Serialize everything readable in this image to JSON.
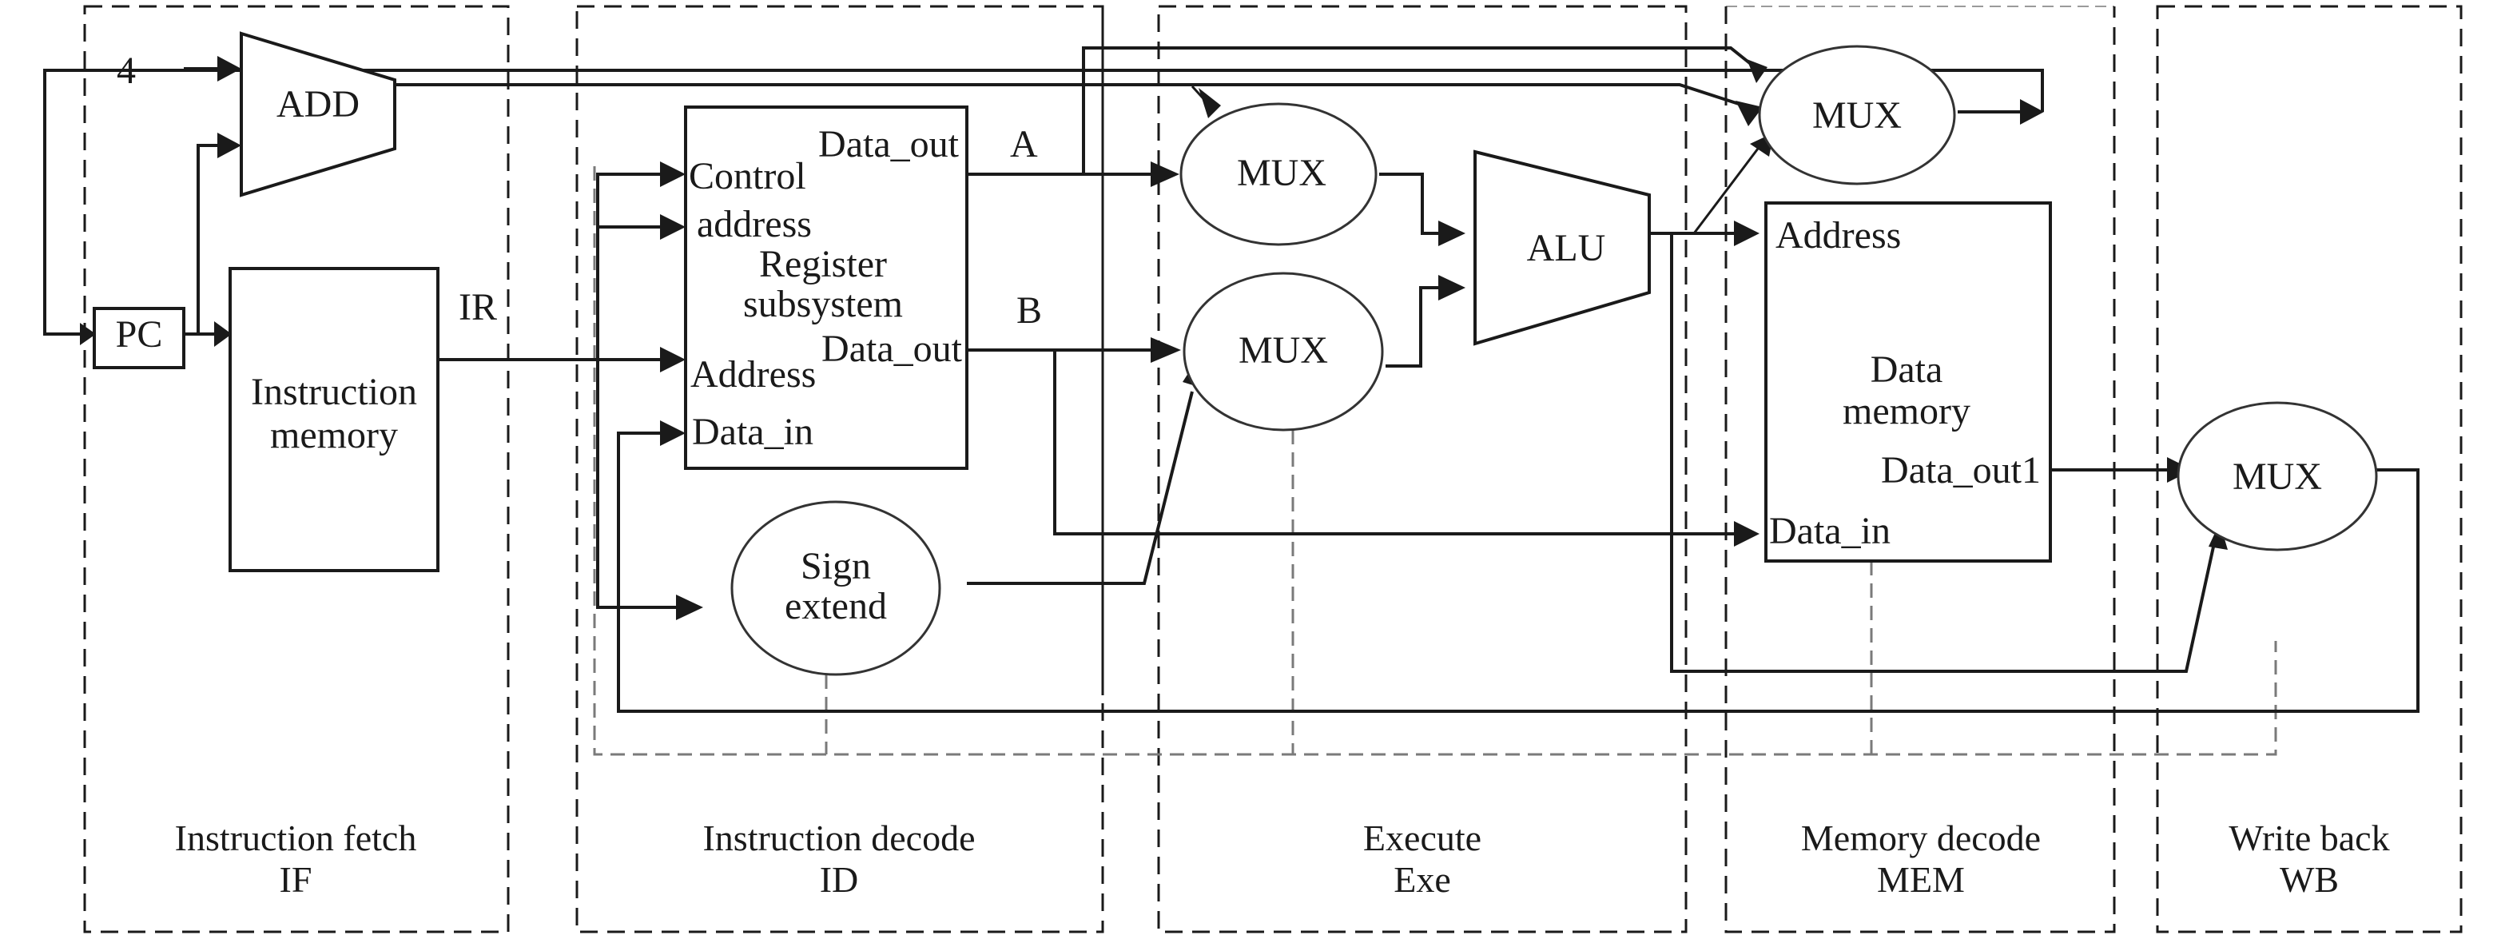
{
  "figure": {
    "type": "pipelined processor datapath",
    "colors": {
      "line": "#1a1a1a",
      "control_bus": "#7a7a7a",
      "background": "#ffffff"
    }
  },
  "stages": [
    {
      "name": "Instruction fetch",
      "abbr": "IF"
    },
    {
      "name": "Instruction decode",
      "abbr": "ID"
    },
    {
      "name": "Execute",
      "abbr": "Exe"
    },
    {
      "name": "Memory decode",
      "abbr": "MEM"
    },
    {
      "name": "Write back",
      "abbr": "WB"
    }
  ],
  "components": {
    "constant_four": "4",
    "adder": "ADD",
    "pc": "PC",
    "instruction_memory": [
      "Instruction",
      "memory"
    ],
    "ir": "IR",
    "register_subsystem": {
      "title": [
        "Register",
        "subsystem"
      ],
      "ports": {
        "data_out_a": "Data_out",
        "control": "Control",
        "address_lower": "address",
        "data_out_b": "Data_out",
        "address": "Address",
        "data_in": "Data_in"
      }
    },
    "bus_a": "A",
    "bus_b": "B",
    "sign_extend": [
      "Sign",
      "extend"
    ],
    "exe_mux_top": "MUX",
    "exe_mux_bottom": "MUX",
    "alu": "ALU",
    "mem_mux": "MUX",
    "data_memory": {
      "title": [
        "Data",
        "memory"
      ],
      "ports": {
        "address": "Address",
        "data_out": "Data_out1",
        "data_in": "Data_in"
      }
    },
    "wb_mux": "MUX"
  }
}
